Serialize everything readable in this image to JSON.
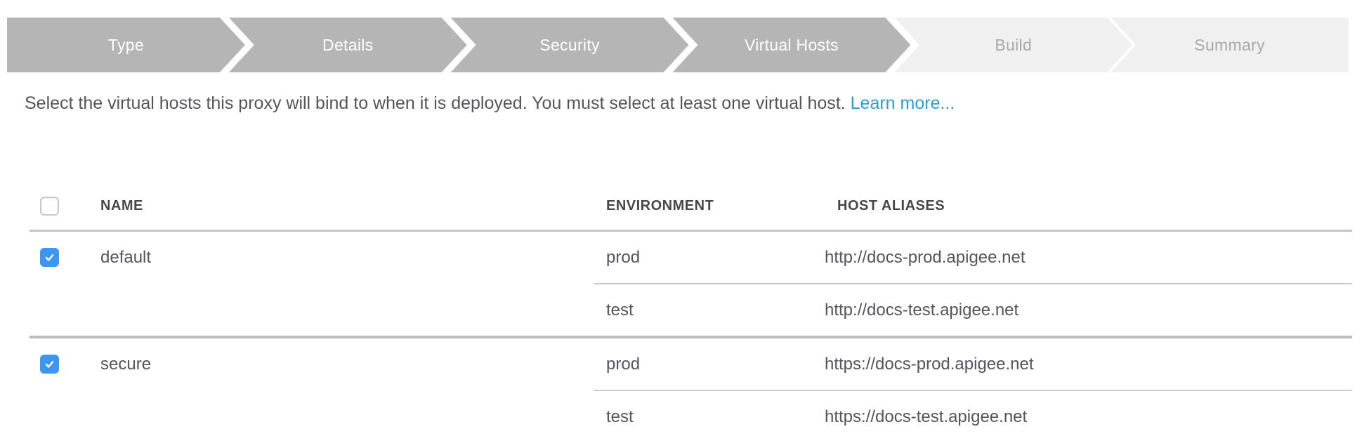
{
  "stepper": {
    "steps": [
      {
        "label": "Type",
        "state": "active"
      },
      {
        "label": "Details",
        "state": "active"
      },
      {
        "label": "Security",
        "state": "active"
      },
      {
        "label": "Virtual Hosts",
        "state": "current"
      },
      {
        "label": "Build",
        "state": "inactive"
      },
      {
        "label": "Summary",
        "state": "inactive"
      }
    ],
    "active_bg": "#b5b5b5",
    "active_text": "#ffffff",
    "inactive_bg": "#f0f0f0",
    "inactive_text": "#a9a9a9"
  },
  "description": {
    "text": "Select the virtual hosts this proxy will bind to when it is deployed. You must select at least one virtual host.",
    "link_label": "Learn more...",
    "link_color": "#2a9fd6"
  },
  "table": {
    "checkbox_color": "#3d97f2",
    "select_all_checked": false,
    "columns": {
      "name": "NAME",
      "environment": "ENVIRONMENT",
      "host_aliases": "HOST ALIASES"
    },
    "rows": [
      {
        "name": "default",
        "checked": true,
        "environments": [
          {
            "environment": "prod",
            "host_alias": "http://docs-prod.apigee.net"
          },
          {
            "environment": "test",
            "host_alias": "http://docs-test.apigee.net"
          }
        ]
      },
      {
        "name": "secure",
        "checked": true,
        "environments": [
          {
            "environment": "prod",
            "host_alias": "https://docs-prod.apigee.net"
          },
          {
            "environment": "test",
            "host_alias": "https://docs-test.apigee.net"
          }
        ]
      }
    ]
  }
}
